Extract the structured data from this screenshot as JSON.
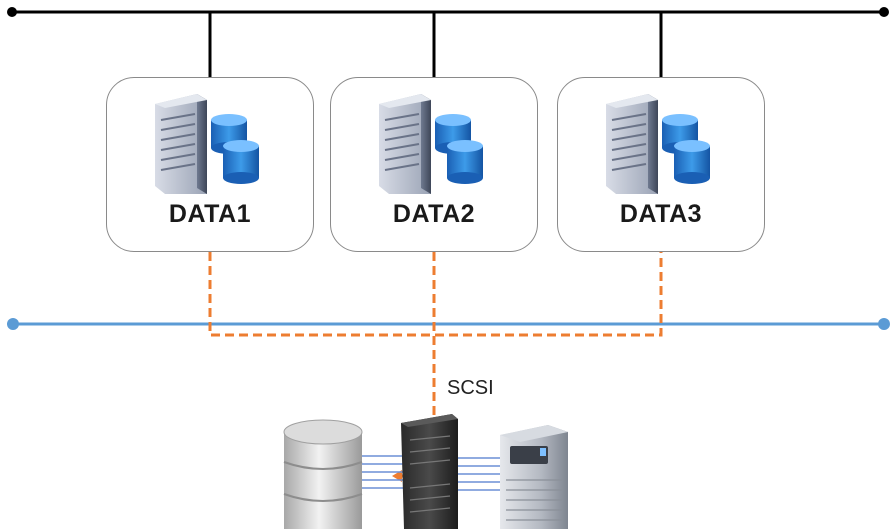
{
  "nodes": [
    {
      "label": "DATA1",
      "icon": "database-server-icon"
    },
    {
      "label": "DATA2",
      "icon": "database-server-icon"
    },
    {
      "label": "DATA3",
      "icon": "database-server-icon"
    }
  ],
  "connections": {
    "link_label": "SCSI",
    "top_bus_color": "#000000",
    "storage_bus_color": "#5b9bd5",
    "scsi_link_color": "#ed7d31"
  },
  "storage": {
    "icons": [
      "disk-database-icon",
      "rack-server-icon",
      "storage-array-icon"
    ]
  }
}
